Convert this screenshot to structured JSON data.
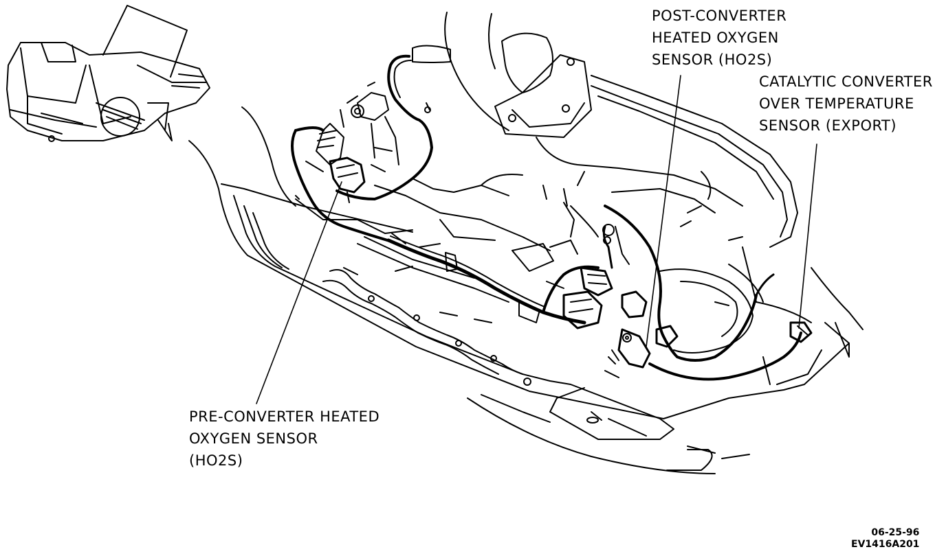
{
  "callouts": {
    "post_converter": {
      "lines": [
        "POST-CONVERTER",
        "HEATED OXYGEN",
        "SENSOR (HO2S)"
      ]
    },
    "catalytic": {
      "lines": [
        "CATALYTIC CONVERTER",
        "OVER TEMPERATURE",
        "SENSOR (EXPORT)"
      ]
    },
    "pre_converter": {
      "lines": [
        "PRE-CONVERTER HEATED",
        "OXYGEN SENSOR",
        "(HO2S)"
      ]
    }
  },
  "drawing_code": {
    "date": "06-25-96",
    "id": "EV1416A201"
  },
  "colors": {
    "ink": "#000000",
    "paper": "#ffffff"
  }
}
